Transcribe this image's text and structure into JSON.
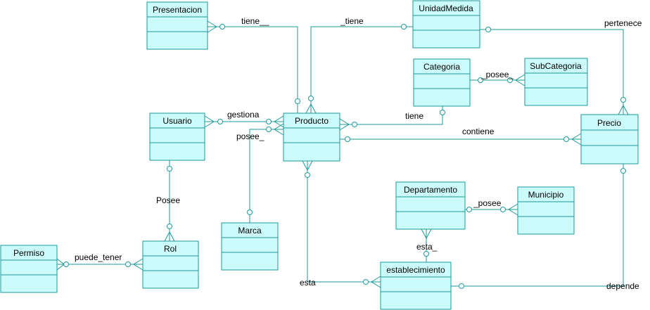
{
  "entities": {
    "presentacion": "Presentacion",
    "unidad_medida": "UnidadMedida",
    "categoria": "Categoria",
    "subcategoria": "SubCategoria",
    "usuario": "Usuario",
    "producto": "Producto",
    "precio": "Precio",
    "marca": "Marca",
    "departamento": "Departamento",
    "municipio": "Municipio",
    "permiso": "Permiso",
    "rol": "Rol",
    "establecimiento": "establecimiento"
  },
  "relationships": {
    "presentacion_producto": "tiene__",
    "unidad_producto": "_tiene",
    "unidad_precio": "pertenece",
    "categoria_subcategoria": "_posee_",
    "categoria_producto": "tiene",
    "usuario_producto": "gestiona",
    "producto_marca": "posee_",
    "producto_precio": "contiene",
    "usuario_rol": "Posee",
    "permiso_rol": "puede_tener",
    "departamento_municipio": "_posee",
    "departamento_establecimiento": "esta_",
    "producto_establecimiento": "esta",
    "precio_establecimiento": "depende"
  },
  "colors": {
    "entity_fill": "#ccfbfb",
    "stroke": "#1b9a9a"
  }
}
